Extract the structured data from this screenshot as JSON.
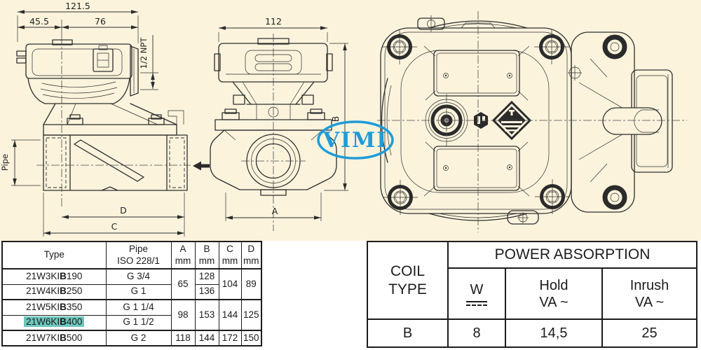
{
  "colors": {
    "drawing_background": "#fbf3dc",
    "table_background": "#ffffff",
    "line_color": "#2e2e2e",
    "highlight_teal": "#6ec7bd",
    "watermark_blue": "#1e9cd8"
  },
  "watermark": {
    "text": "VIMI"
  },
  "drawings": {
    "side_view": {
      "dim_overall": "121.5",
      "dim_coil_left": "45.5",
      "dim_coil_right": "76",
      "conduit_label": "1/2 NPT",
      "pipe_label": "Pipe",
      "dim_d_label": "D",
      "dim_c_label": "C"
    },
    "front_view": {
      "dim_width": "112",
      "dim_a_label": "A",
      "dim_b_label": "B"
    }
  },
  "dimensions_table": {
    "headers": {
      "type": "Type",
      "pipe_line1": "Pipe",
      "pipe_line2": "ISO 228/1",
      "col_a": "A",
      "col_b": "B",
      "col_c": "C",
      "col_d": "D",
      "unit": "mm"
    },
    "rows": [
      {
        "prefix": "21W3KI",
        "bold": "B",
        "suffix": "190",
        "pipe": "G 3/4",
        "a": "65",
        "b": "128",
        "c": "104",
        "d": "89"
      },
      {
        "prefix": "21W4KI",
        "bold": "B",
        "suffix": "250",
        "pipe": "G 1",
        "b": "136"
      },
      {
        "prefix": "21W5KI",
        "bold": "B",
        "suffix": "350",
        "pipe": "G 1 1/4",
        "a": "98",
        "b": "153",
        "c": "144",
        "d": "125"
      },
      {
        "prefix": "21W6KI",
        "bold": "B",
        "suffix": "400",
        "pipe": "G 1 1/2",
        "highlighted": true
      },
      {
        "prefix": "21W7KI",
        "bold": "B",
        "suffix": "500",
        "pipe": "G 2",
        "a": "118",
        "b": "144",
        "c": "172",
        "d": "150"
      }
    ]
  },
  "power_table": {
    "coil_type_line1": "COIL",
    "coil_type_line2": "TYPE",
    "title": "POWER ABSORPTION",
    "w_label": "W",
    "hold_line1": "Hold",
    "hold_line2": "VA ~",
    "inrush_line1": "Inrush",
    "inrush_line2": "VA ~",
    "row": {
      "coil_type": "B",
      "w": "8",
      "hold": "14,5",
      "inrush": "25"
    }
  }
}
